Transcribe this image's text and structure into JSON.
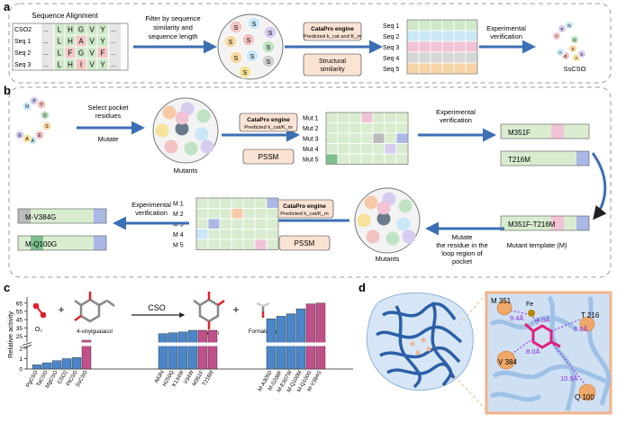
{
  "panel_a": {
    "letter": "a",
    "alignment_title": "Sequence Alignment",
    "alignment_rows": [
      {
        "name": "CSO2",
        "residues": [
          "L",
          "H",
          "G",
          "V",
          "Y"
        ]
      },
      {
        "name": "Seq 1",
        "residues": [
          "L",
          "H",
          "A",
          "V",
          "Y"
        ]
      },
      {
        "name": "Seq 2",
        "residues": [
          "L",
          "F",
          "G",
          "V",
          "F"
        ]
      },
      {
        "name": "Seq 3",
        "residues": [
          "L",
          "H",
          "I",
          "V",
          "Y"
        ]
      }
    ],
    "ellipsis": "...",
    "filter_text_1": "Filter by sequence",
    "filter_text_2": "similarity and",
    "filter_text_3": "sequence length",
    "circle_letter": "S",
    "engine_title": "CataPro engine",
    "engine_sub": "Predicted k_cat and K_m",
    "structural_1": "Structural",
    "structural_2": "similarity",
    "seq_labels": [
      "Seq 1",
      "Seq 2",
      "Seq 3",
      "Seq 4",
      "Seq 5"
    ],
    "exp_verif_1": "Experimental",
    "exp_verif_2": "verification",
    "result_label": "SsCSO"
  },
  "panel_b": {
    "letter": "b",
    "select_1": "Select pocket",
    "select_2": "residues",
    "mutate": "Mutate",
    "mutants": "Mutants",
    "engine_title": "CataPro engine",
    "engine_sub": "Predicted k_cat/K_m",
    "pssm": "PSSM",
    "mut_labels": [
      "Mut 1",
      "Mut 2",
      "Mut 3",
      "Mut 4",
      "Mut 5"
    ],
    "exp_verif_1": "Experimental",
    "exp_verif_2": "verification",
    "m351f": "M351F",
    "t216m": "T216M",
    "double": "M351F-T216M",
    "template": "Mutant template (M)",
    "loop_1": "Mutate",
    "loop_2": "the residue in the",
    "loop_3": "loop region of",
    "loop_4": "pocket",
    "m_labels": [
      "M 1",
      "M 2",
      "M 3",
      "M 4",
      "M 5"
    ],
    "v384g": "M-V384G",
    "q100g": "M-Q100G",
    "seq_circle_letters": [
      "N",
      "P",
      "Y",
      "D",
      "S",
      "E",
      "A",
      "A",
      "E"
    ]
  },
  "panel_c": {
    "letter": "c",
    "o2_label": "O₂",
    "guaiacol_label": "4-vinylguaiacol",
    "cso_label": "CSO",
    "vanillin_label": "vanillin",
    "formaldehyde_label": "Formaldehyde",
    "plus": "+",
    "chart_data": {
      "type": "bar",
      "ylabel": "Relative activity",
      "yticks_lower": [
        0,
        1,
        2
      ],
      "yticks_upper": [
        25,
        35,
        45,
        55,
        65
      ],
      "groups": [
        {
          "categories": [
            "PgCSO",
            "TaCSO",
            "MgCSO",
            "CSO2",
            "PtCSO",
            "SsCSO"
          ],
          "values": [
            0.4,
            0.6,
            0.8,
            1.0,
            1.1,
            20
          ]
        },
        {
          "categories": [
            "A63N",
            "H250Q",
            "K134W",
            "V34W",
            "M351F",
            "T216M"
          ],
          "values": [
            28,
            29,
            30,
            32,
            32,
            32
          ]
        },
        {
          "categories": [
            "M-A305D",
            "M-S208F",
            "M-E307W",
            "M-Q100M",
            "M-Q100G",
            "M-V384G"
          ],
          "values": [
            46,
            49,
            52,
            58,
            64,
            65
          ]
        }
      ],
      "highlight_color": "#c0508a",
      "base_color": "#4a86c8"
    }
  },
  "panel_d": {
    "letter": "d",
    "residues": [
      "M 351",
      "T 216",
      "V 384",
      "Q 100"
    ],
    "fe_label": "Fe",
    "distances": [
      "9.4Å",
      "4.0Å",
      "6.8Å",
      "8.0Å",
      "10.9Å"
    ]
  },
  "colors": {
    "arrow": "#3c6fb4",
    "engine_bg": "#fbe3d4",
    "highlight": "#c0508a",
    "bar": "#4a86c8",
    "distance": "#8a2be2"
  }
}
